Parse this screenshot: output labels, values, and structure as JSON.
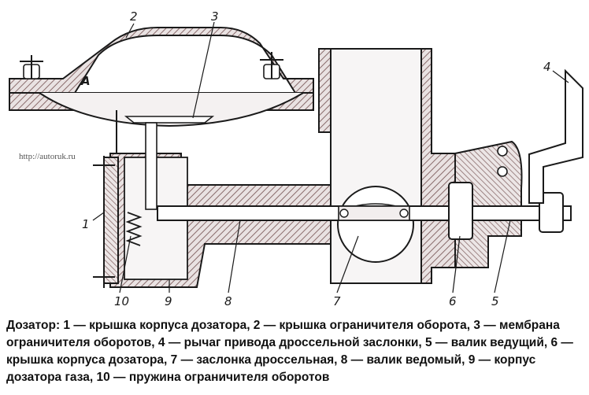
{
  "diagram": {
    "watermark": "http://autoruk.ru",
    "chamber_label": "A",
    "callouts": {
      "c1": "1",
      "c2": "2",
      "c3": "3",
      "c4": "4",
      "c5": "5",
      "c6": "6",
      "c7": "7",
      "c8": "8",
      "c9": "9",
      "c10": "10"
    }
  },
  "caption": "Дозатор: 1 — крышка корпуса дозатора, 2 — крышка ограничителя оборота, 3 — мембрана ограничителя оборотов, 4 — рычаг привода дроссельной заслонки, 5 — валик ведущий, 6 — крышка корпуса дозатора, 7 — заслонка дроссельная, 8 — валик ведомый, 9 — корпус дозатора газа, 10 — пружина ограничителя оборотов",
  "colors": {
    "hatch": "#8a6c6c",
    "line": "#1a1a1a",
    "fill": "#e9e2e2"
  }
}
